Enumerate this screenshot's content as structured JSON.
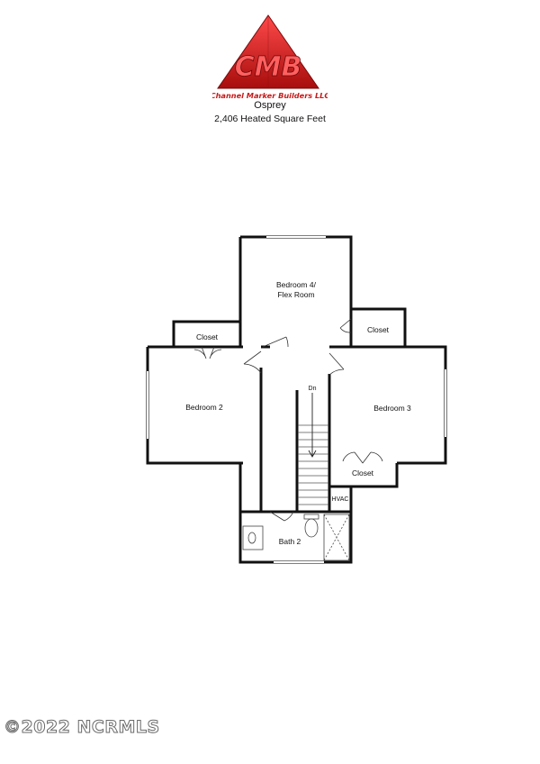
{
  "logo": {
    "initials": "CMB",
    "company": "Channel Marker Builders LLC",
    "color": "#d81e1e"
  },
  "plan": {
    "name": "Osprey",
    "area": "2,406 Heated Square Feet"
  },
  "rooms": {
    "bedroom4_line1": "Bedroom 4/",
    "bedroom4_line2": "Flex Room",
    "closet_left": "Closet",
    "closet_right": "Closet",
    "closet_bottom": "Closet",
    "bedroom2": "Bedroom 2",
    "bedroom3": "Bedroom 3",
    "stairs_dn": "Dn",
    "hvac": "HVAC",
    "bath2": "Bath 2"
  },
  "watermark": "©2022 NCRMLS"
}
